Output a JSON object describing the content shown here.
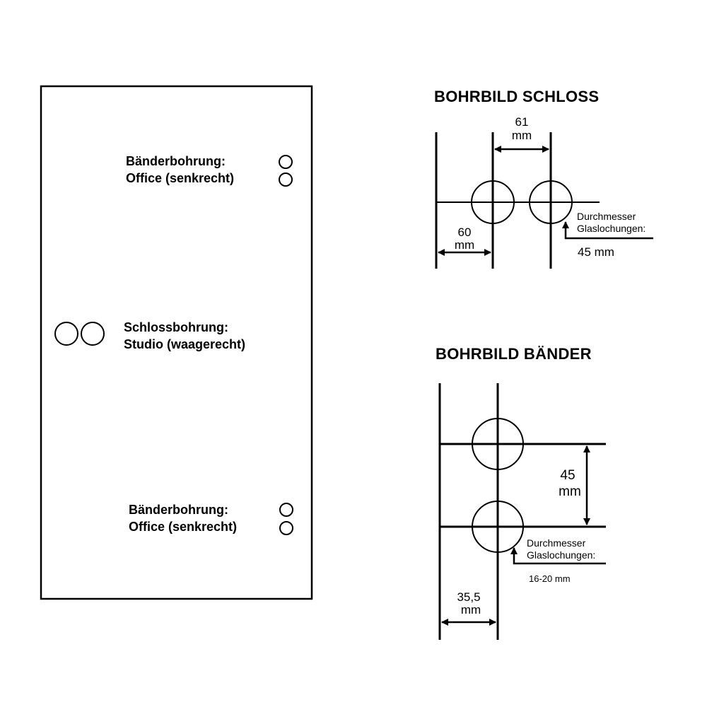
{
  "door_panel": {
    "hinge_top": {
      "line1": "Bänderbohrung:",
      "line2": "Office (senkrecht)"
    },
    "lock": {
      "line1": "Schlossbohrung:",
      "line2": "Studio (waagerecht)"
    },
    "hinge_bottom": {
      "line1": "Bänderbohrung:",
      "line2": "Office (senkrecht)"
    }
  },
  "schloss": {
    "title": "BOHRBILD SCHLOSS",
    "dim_spacing": {
      "value": "61",
      "unit": "mm"
    },
    "dim_edge": {
      "value": "60",
      "unit": "mm"
    },
    "diameter_label_1": "Durchmesser",
    "diameter_label_2": "Glaslochungen:",
    "diameter_value": "45 mm"
  },
  "baender": {
    "title": "BOHRBILD BÄNDER",
    "dim_spacing": {
      "value": "45",
      "unit": "mm"
    },
    "dim_edge": {
      "value": "35,5",
      "unit": "mm"
    },
    "diameter_label_1": "Durchmesser",
    "diameter_label_2": "Glaslochungen:",
    "diameter_value": "16-20 mm"
  }
}
